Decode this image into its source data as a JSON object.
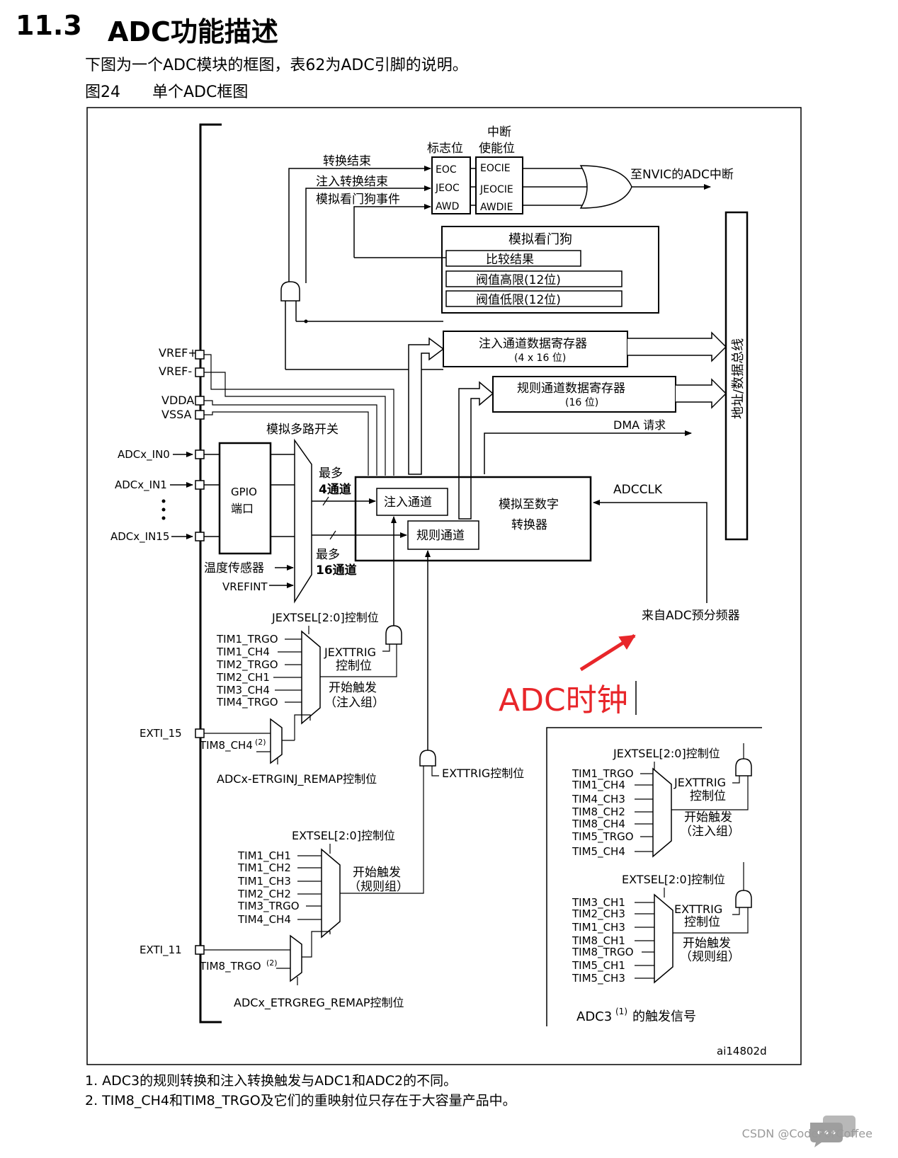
{
  "section": {
    "number": "11.3",
    "title": "ADC功能描述"
  },
  "intro": "下图为一个ADC模块的框图，表62为ADC引脚的说明。",
  "figure": {
    "number": "图24",
    "title": "单个ADC框图",
    "ref_id": "ai14802d"
  },
  "diagram": {
    "flags": {
      "header": "标志位",
      "items": [
        "EOC",
        "JEOC",
        "AWD"
      ]
    },
    "interrupt_enable": {
      "header_line1": "中断",
      "header_line2": "使能位",
      "items": [
        "EOCIE",
        "JEOCIE",
        "AWDIE"
      ]
    },
    "nvic_output": "至NVIC的ADC中断",
    "events": {
      "eoc": "转换结束",
      "jeoc": "注入转换结束",
      "awd": "模拟看门狗事件"
    },
    "watchdog": {
      "title": "模拟看门狗",
      "compare": "比较结果",
      "high": "阀值高限(12位)",
      "low": "阀值低限(12位)"
    },
    "injected_data_reg": {
      "name": "注入通道数据寄存器",
      "size": "(4 x 16 位)"
    },
    "regular_data_reg": {
      "name": "规则通道数据寄存器",
      "size": "(16 位)"
    },
    "dma": "DMA 请求",
    "bus": "地址/数据总线",
    "pins": {
      "vref_plus": "VREF+",
      "vref_minus": "VREF-",
      "vdda": "VDDA",
      "vssa": "VSSA"
    },
    "mux": "模拟多路开关",
    "inputs": [
      "ADCx_IN0",
      "ADCx_IN1",
      "ADCx_IN15"
    ],
    "gpio": {
      "line1": "GPIO",
      "line2": "端口"
    },
    "temp_sensor": "温度传感器",
    "vrefint": "VREFINT",
    "max_injected": {
      "line1": "最多",
      "line2": "4通道"
    },
    "max_regular": {
      "line1": "最多",
      "line2": "16通道"
    },
    "injected_channel": "注入通道",
    "regular_channel": "规则通道",
    "converter": {
      "line1": "模拟至数字",
      "line2": "转换器"
    },
    "adcclk": "ADCCLK",
    "prescaler": "来自ADC预分频器",
    "annotation": "ADC时钟",
    "annotation_color": "#e8262a",
    "jext": {
      "select": "JEXTSEL[2:0]控制位",
      "trig_line1": "JEXTTRIG",
      "trig_line2": "控制位",
      "start_line1": "开始触发",
      "start_line2": "（注入组）",
      "sources": [
        "TIM1_TRGO",
        "TIM1_CH4",
        "TIM2_TRGO",
        "TIM2_CH1",
        "TIM3_CH4",
        "TIM4_TRGO"
      ],
      "exti": "EXTI_15",
      "tim8": "TIM8_CH4",
      "tim8_note": "(2)",
      "remap": "ADCx-ETRGINJ_REMAP控制位"
    },
    "ext": {
      "trig": "EXTTRIG控制位",
      "select": "EXTSEL[2:0]控制位",
      "start_line1": "开始触发",
      "start_line2": "（规则组）",
      "sources": [
        "TIM1_CH1",
        "TIM1_CH2",
        "TIM1_CH3",
        "TIM2_CH2",
        "TIM3_TRGO",
        "TIM4_CH4"
      ],
      "exti": "EXTI_11",
      "tim8": "TIM8_TRGO",
      "tim8_note": "(2)",
      "remap": "ADCx_ETRGREG_REMAP控制位"
    },
    "adc3": {
      "jext_select": "JEXTSEL[2:0]控制位",
      "jext_trig_line1": "JEXTTRIG",
      "jext_trig_line2": "控制位",
      "jext_start_line1": "开始触发",
      "jext_start_line2": "（注入组）",
      "jext_sources": [
        "TIM1_TRGO",
        "TIM1_CH4",
        "TIM4_CH3",
        "TIM8_CH2",
        "TIM8_CH4",
        "TIM5_TRGO",
        "TIM5_CH4"
      ],
      "ext_select": "EXTSEL[2:0]控制位",
      "ext_trig_line1": "EXTTRIG",
      "ext_trig_line2": "控制位",
      "ext_start_line1": "开始触发",
      "ext_start_line2": "（规则组）",
      "ext_sources": [
        "TIM3_CH1",
        "TIM2_CH3",
        "TIM1_CH3",
        "TIM8_CH1",
        "TIM8_TRGO",
        "TIM5_CH1",
        "TIM5_CH3"
      ],
      "caption": "ADC3",
      "caption_note": "(1)",
      "caption_suffix": "的触发信号"
    }
  },
  "notes": [
    "1. ADC3的规则转换和注入转换触发与ADC1和ADC2的不同。",
    "2. TIM8_CH4和TIM8_TRGO及它们的重映射位只存在于大容量产品中。"
  ],
  "watermark": "CSDN @CodeForCoffee"
}
